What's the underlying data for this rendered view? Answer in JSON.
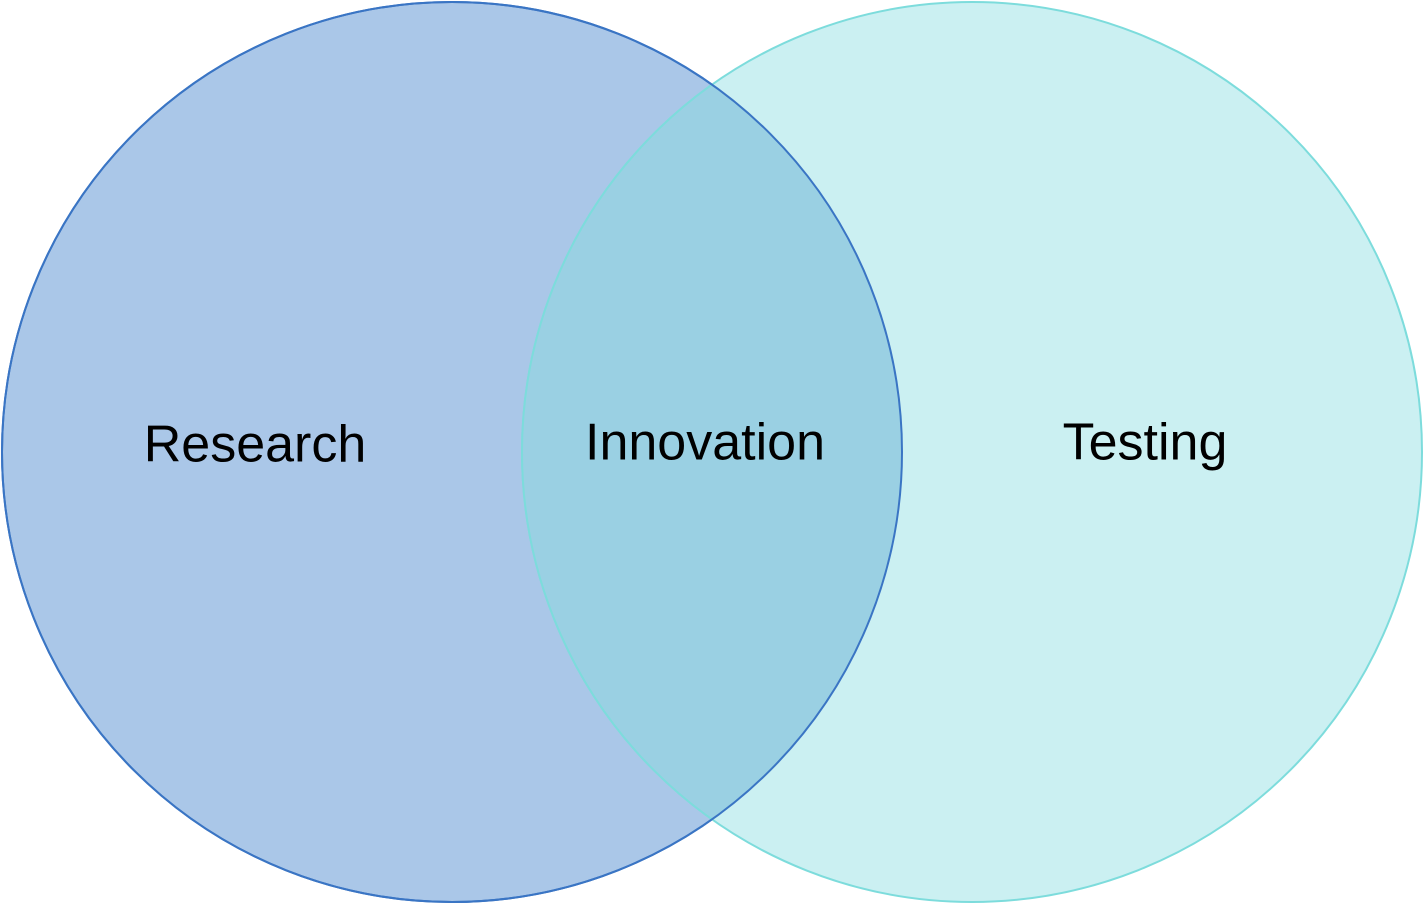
{
  "diagram": {
    "type": "venn",
    "sets": [
      {
        "id": "left",
        "label": "Research",
        "fill": "#AAC7E8",
        "stroke": "#3A75C4"
      },
      {
        "id": "right",
        "label": "Testing",
        "fill": "#CBF0F2",
        "stroke": "#7DDCDC"
      }
    ],
    "intersection": {
      "label": "Innovation",
      "fill": "#9AD0E3"
    }
  }
}
